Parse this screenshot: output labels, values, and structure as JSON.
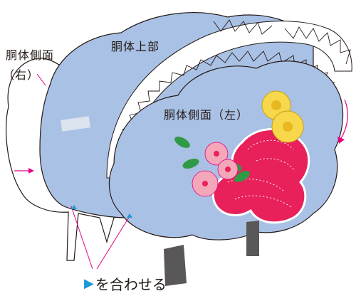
{
  "labels": {
    "body_side_right_line1": "胴体側面",
    "body_side_right_line2": "（右）",
    "body_top": "胴体上部",
    "body_side_left": "胴体側面（左）",
    "align_marker": "▶",
    "align_text": "を合わせる"
  },
  "colors": {
    "panel_blue": "#a9c1e4",
    "outline": "#231815",
    "arrow_pink": "#e4007f",
    "marker_blue": "#1e9ad6",
    "flower_pink": "#f4a7b9",
    "flower_red": "#e8215b",
    "chrysanthemum_yellow": "#f7d84a",
    "leaf_green": "#2e9a45",
    "stand_gray": "#595757"
  }
}
